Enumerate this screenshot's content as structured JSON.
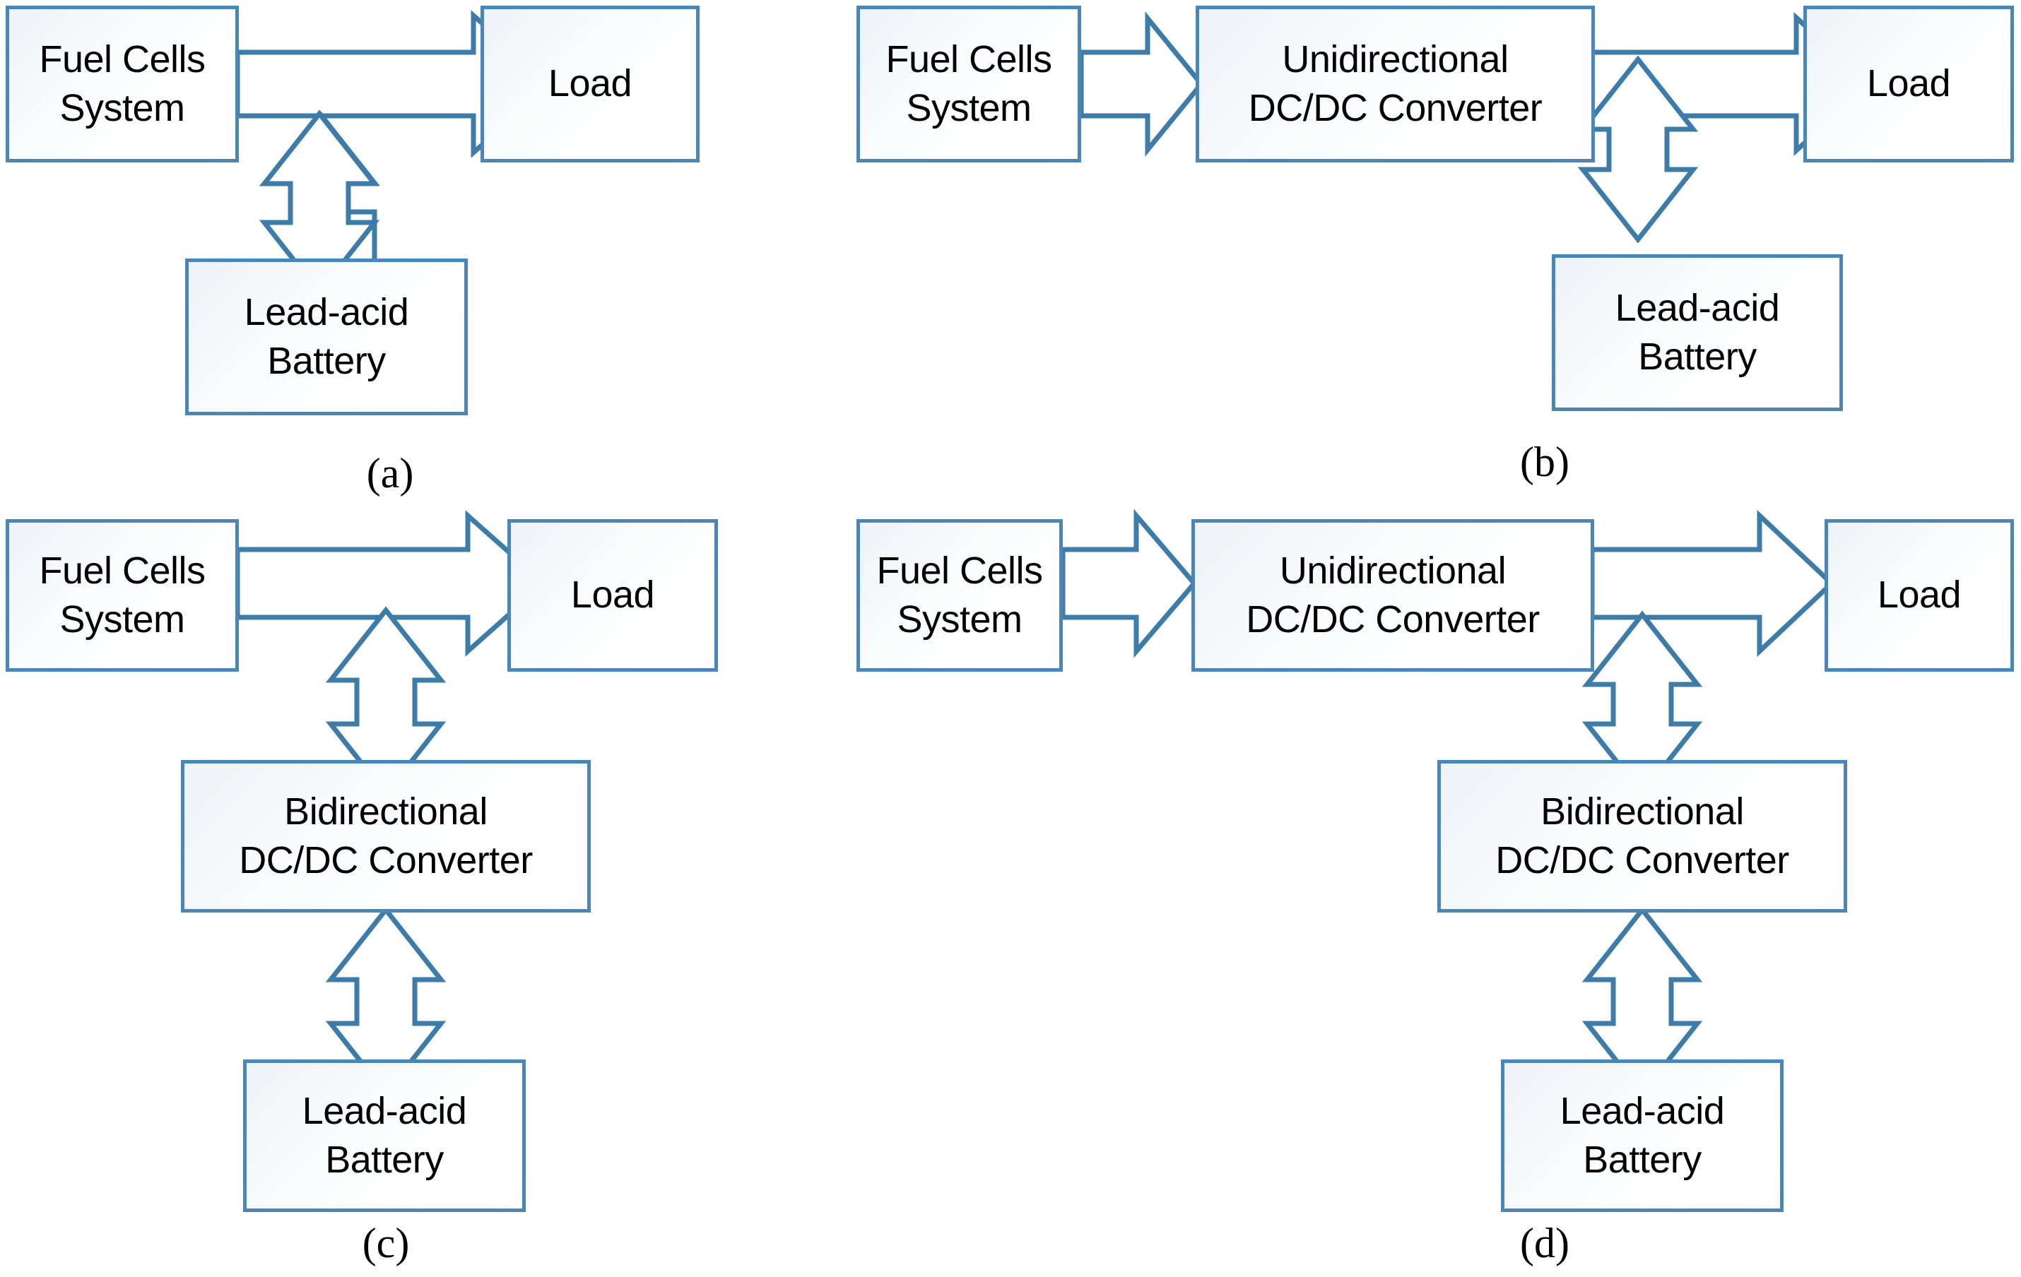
{
  "figure": {
    "type": "block-diagram",
    "description": "Four hybrid fuel cell / lead-acid battery power architecture topologies",
    "accent_color": "#4a86b8",
    "arrow_stroke_color": "#3d7ba8",
    "block_fill": "#f7fafc",
    "text_color": "#000000"
  },
  "labels": {
    "fuel_cells": "Fuel Cells\nSystem",
    "load": "Load",
    "lead_acid": "Lead-acid\nBattery",
    "unidirectional": "Unidirectional\nDC/DC Converter",
    "bidirectional": "Bidirectional\nDC/DC Converter"
  },
  "panels": [
    {
      "id": "a",
      "caption": "(a)",
      "blocks": [
        {
          "name": "fuel-cells-system",
          "label": "Fuel Cells\nSystem"
        },
        {
          "name": "load",
          "label": "Load"
        },
        {
          "name": "lead-acid-battery",
          "label": "Lead-acid\nBattery"
        }
      ],
      "connections": [
        {
          "name": "fuel-cells-to-load",
          "kind": "unidirectional",
          "orientation": "horizontal",
          "from": "fuel-cells-system",
          "to": "load"
        },
        {
          "name": "bus-to-battery",
          "kind": "bidirectional",
          "orientation": "vertical",
          "from": "dc-bus",
          "to": "lead-acid-battery"
        }
      ]
    },
    {
      "id": "b",
      "caption": "(b)",
      "blocks": [
        {
          "name": "fuel-cells-system",
          "label": "Fuel Cells\nSystem"
        },
        {
          "name": "unidirectional-dcdc-converter",
          "label": "Unidirectional\nDC/DC Converter"
        },
        {
          "name": "load",
          "label": "Load"
        },
        {
          "name": "lead-acid-battery",
          "label": "Lead-acid\nBattery"
        }
      ],
      "connections": [
        {
          "name": "fuel-cells-to-converter",
          "kind": "unidirectional",
          "orientation": "horizontal",
          "from": "fuel-cells-system",
          "to": "unidirectional-dcdc-converter"
        },
        {
          "name": "converter-to-load",
          "kind": "unidirectional",
          "orientation": "horizontal",
          "from": "unidirectional-dcdc-converter",
          "to": "load"
        },
        {
          "name": "bus-to-battery",
          "kind": "bidirectional",
          "orientation": "vertical",
          "from": "dc-bus",
          "to": "lead-acid-battery"
        }
      ]
    },
    {
      "id": "c",
      "caption": "(c)",
      "blocks": [
        {
          "name": "fuel-cells-system",
          "label": "Fuel Cells\nSystem"
        },
        {
          "name": "load",
          "label": "Load"
        },
        {
          "name": "bidirectional-dcdc-converter",
          "label": "Bidirectional\nDC/DC Converter"
        },
        {
          "name": "lead-acid-battery",
          "label": "Lead-acid\nBattery"
        }
      ],
      "connections": [
        {
          "name": "fuel-cells-to-load",
          "kind": "unidirectional",
          "orientation": "horizontal",
          "from": "fuel-cells-system",
          "to": "load"
        },
        {
          "name": "bus-to-bidirectional-converter",
          "kind": "bidirectional",
          "orientation": "vertical",
          "from": "dc-bus",
          "to": "bidirectional-dcdc-converter"
        },
        {
          "name": "bidirectional-converter-to-battery",
          "kind": "bidirectional",
          "orientation": "vertical",
          "from": "bidirectional-dcdc-converter",
          "to": "lead-acid-battery"
        }
      ]
    },
    {
      "id": "d",
      "caption": "(d)",
      "blocks": [
        {
          "name": "fuel-cells-system",
          "label": "Fuel Cells\nSystem"
        },
        {
          "name": "unidirectional-dcdc-converter",
          "label": "Unidirectional\nDC/DC Converter"
        },
        {
          "name": "load",
          "label": "Load"
        },
        {
          "name": "bidirectional-dcdc-converter",
          "label": "Bidirectional\nDC/DC Converter"
        },
        {
          "name": "lead-acid-battery",
          "label": "Lead-acid\nBattery"
        }
      ],
      "connections": [
        {
          "name": "fuel-cells-to-converter",
          "kind": "unidirectional",
          "orientation": "horizontal",
          "from": "fuel-cells-system",
          "to": "unidirectional-dcdc-converter"
        },
        {
          "name": "converter-to-load",
          "kind": "unidirectional",
          "orientation": "horizontal",
          "from": "unidirectional-dcdc-converter",
          "to": "load"
        },
        {
          "name": "bus-to-bidirectional-converter",
          "kind": "bidirectional",
          "orientation": "vertical",
          "from": "dc-bus",
          "to": "bidirectional-dcdc-converter"
        },
        {
          "name": "bidirectional-converter-to-battery",
          "kind": "bidirectional",
          "orientation": "vertical",
          "from": "bidirectional-dcdc-converter",
          "to": "lead-acid-battery"
        }
      ]
    }
  ],
  "captions": {
    "a": "(a)",
    "b": "(b)",
    "c": "(c)",
    "d": "(d)"
  }
}
